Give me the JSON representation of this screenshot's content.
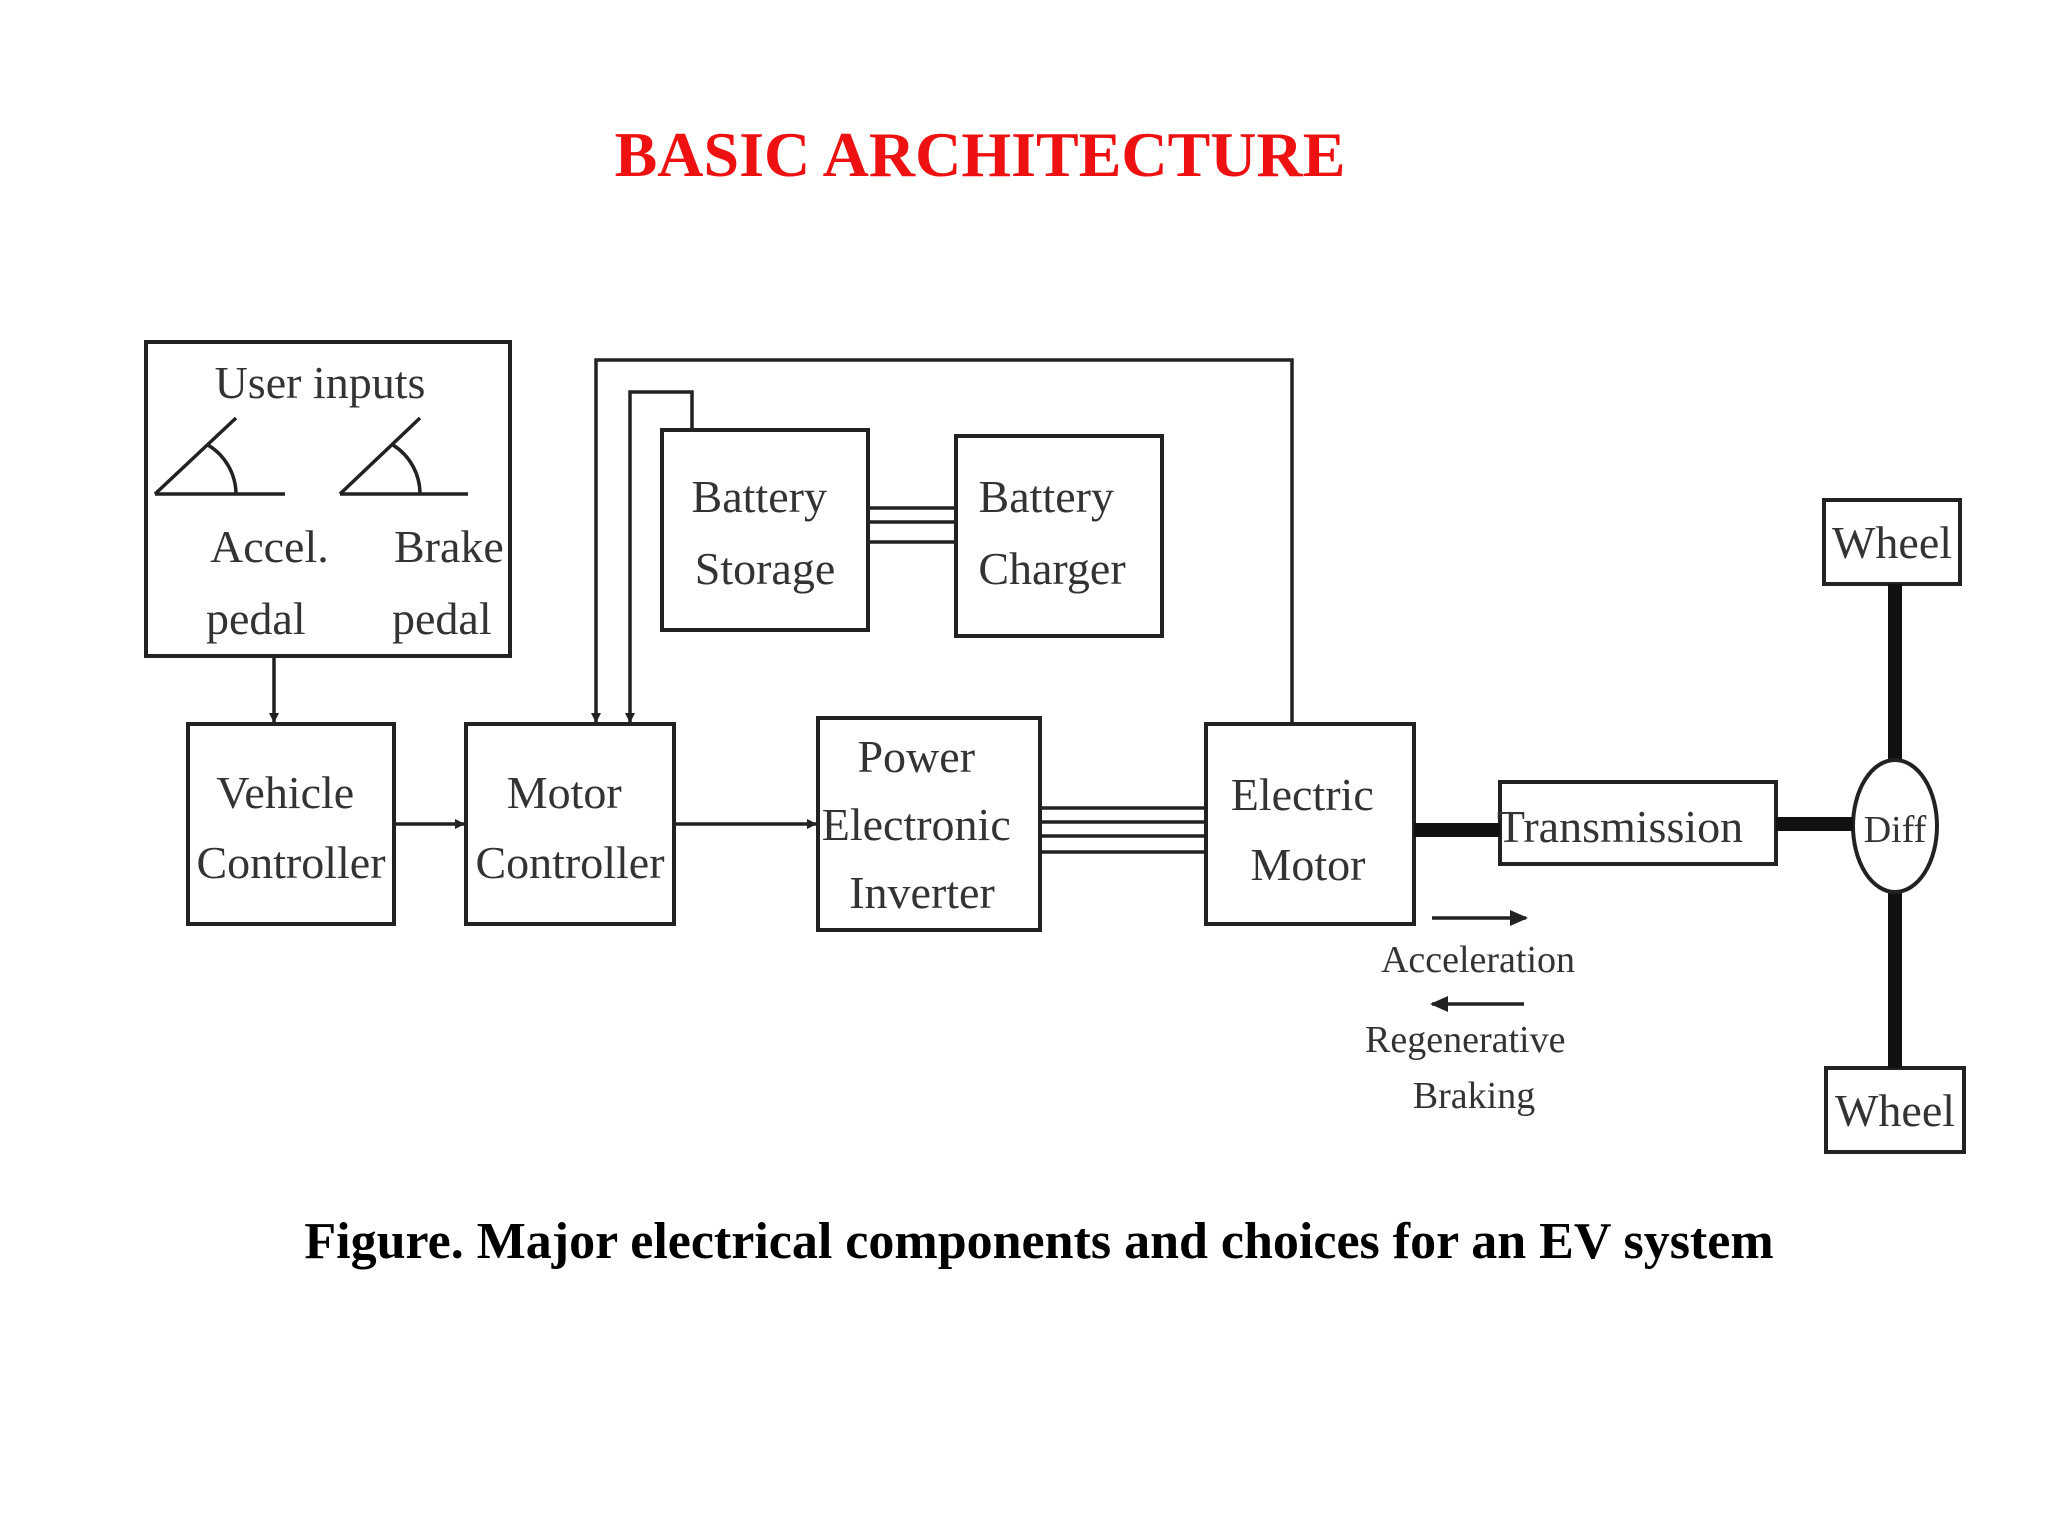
{
  "title": "BASIC ARCHITECTURE",
  "caption": "Figure. Major electrical components and choices for an EV system",
  "nodes": {
    "user_inputs": "User inputs",
    "accel_pedal": [
      "Accel.",
      "pedal"
    ],
    "brake_pedal": [
      "Brake",
      "pedal"
    ],
    "vehicle_controller": [
      "Vehicle",
      "Controller"
    ],
    "motor_controller": [
      "Motor",
      "Controller"
    ],
    "battery_storage": [
      "Battery",
      "Storage"
    ],
    "battery_charger": [
      "Battery",
      "Charger"
    ],
    "inverter": [
      "Power",
      "Electronic",
      "Inverter"
    ],
    "electric_motor": [
      "Electric",
      "Motor"
    ],
    "transmission": "Transmission",
    "diff": "Diff",
    "wheel_top": "Wheel",
    "wheel_bottom": "Wheel"
  },
  "legend": {
    "acceleration": "Acceleration",
    "regen": [
      "Regenerative",
      "Braking"
    ]
  },
  "colors": {
    "title": "#ee1111",
    "line": "#222222",
    "text": "#333333"
  }
}
